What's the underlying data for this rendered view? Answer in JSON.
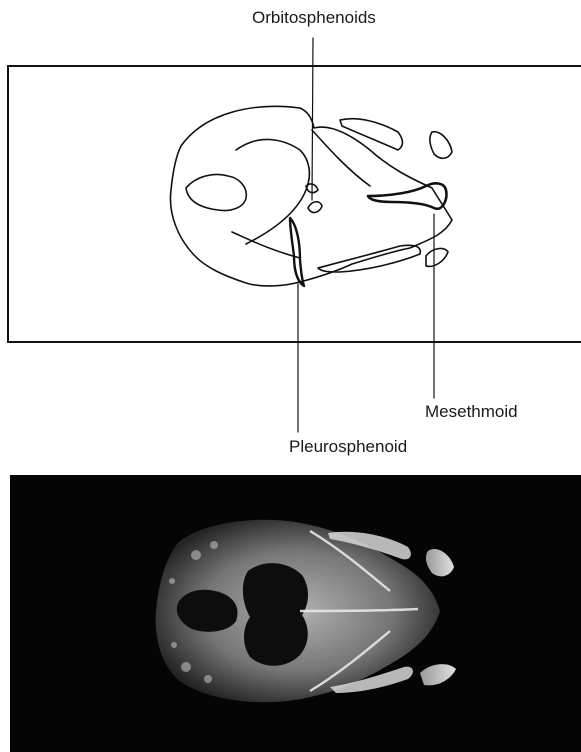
{
  "labels": {
    "orbitosphenoids": "Orbitosphenoids",
    "mesethmoid": "Mesethmoid",
    "pleurosphenoid": "Pleurosphenoid"
  },
  "colors": {
    "line": "#111111",
    "background": "#ffffff",
    "photo_background": "#050505",
    "bone_highlight": "#e8e8e8"
  }
}
